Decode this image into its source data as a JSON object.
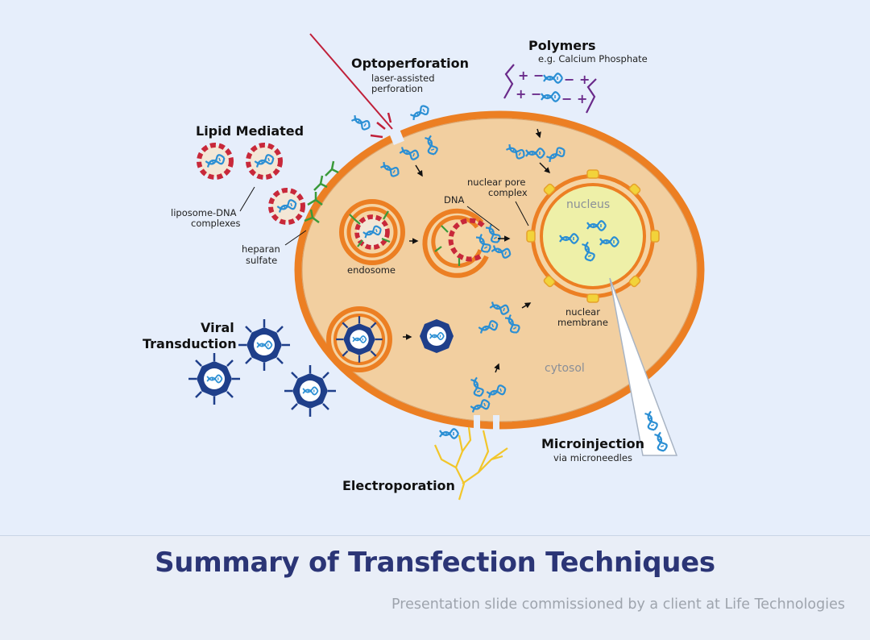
{
  "labels": {
    "optoperforation": "Optoperforation",
    "optoperforation_sub1": "laser-assisted",
    "optoperforation_sub2": "perforation",
    "polymers": "Polymers",
    "polymers_sub": "e.g. Calcium Phosphate",
    "lipid_mediated": "Lipid Mediated",
    "liposome_line1": "liposome-DNA",
    "liposome_line2": "complexes",
    "heparan_line1": "heparan",
    "heparan_line2": "sulfate",
    "endosome": "endosome",
    "dna": "DNA",
    "nuclear_pore_line1": "nuclear pore",
    "nuclear_pore_line2": "complex",
    "nucleus": "nucleus",
    "nuclear_membrane_line1": "nuclear",
    "nuclear_membrane_line2": "membrane",
    "cytosol": "cytosol",
    "viral_line1": "Viral",
    "viral_line2": "Transduction",
    "microinjection": "Microinjection",
    "microinjection_sub": "via microneedles",
    "electroporation": "Electroporation"
  },
  "title": "Summary of Transfection Techniques",
  "caption": "Presentation slide commissioned by a client at Life Technologies",
  "colors": {
    "panel_bg": "#e6eefb",
    "cell_fill": "#f2cfa0",
    "cell_border": "#ec7f23",
    "nucleus_fill": "#eef0a8",
    "dna_blue": "#2b8fd4",
    "virus_navy": "#1f3f8a",
    "liposome_red": "#c8283a",
    "heparan_green": "#3a9a3a",
    "laser_red": "#c0203a",
    "polymer_purple": "#6a2a8a",
    "electro_yellow": "#f2c62a",
    "title_navy": "#2b3576",
    "caption_gray": "#9ea4ad"
  }
}
